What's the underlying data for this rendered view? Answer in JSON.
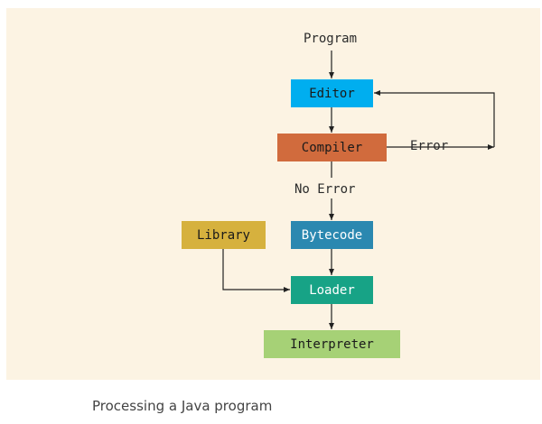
{
  "diagram": {
    "labels": {
      "program": "Program",
      "error": "Error",
      "no_error": "No Error"
    },
    "nodes": {
      "editor": {
        "text": "Editor",
        "fill": "#00aeef",
        "text_color": "#1a1a1a"
      },
      "compiler": {
        "text": "Compiler",
        "fill": "#d16b3d",
        "text_color": "#1a1a1a"
      },
      "bytecode": {
        "text": "Bytecode",
        "fill": "#2b88b0",
        "text_color": "#ffffff"
      },
      "library": {
        "text": "Library",
        "fill": "#d6b13e",
        "text_color": "#1a1a1a"
      },
      "loader": {
        "text": "Loader",
        "fill": "#17a386",
        "text_color": "#ffffff"
      },
      "interpreter": {
        "text": "Interpreter",
        "fill": "#a6d176",
        "text_color": "#1a1a1a"
      }
    }
  },
  "caption": "Processing a Java program"
}
